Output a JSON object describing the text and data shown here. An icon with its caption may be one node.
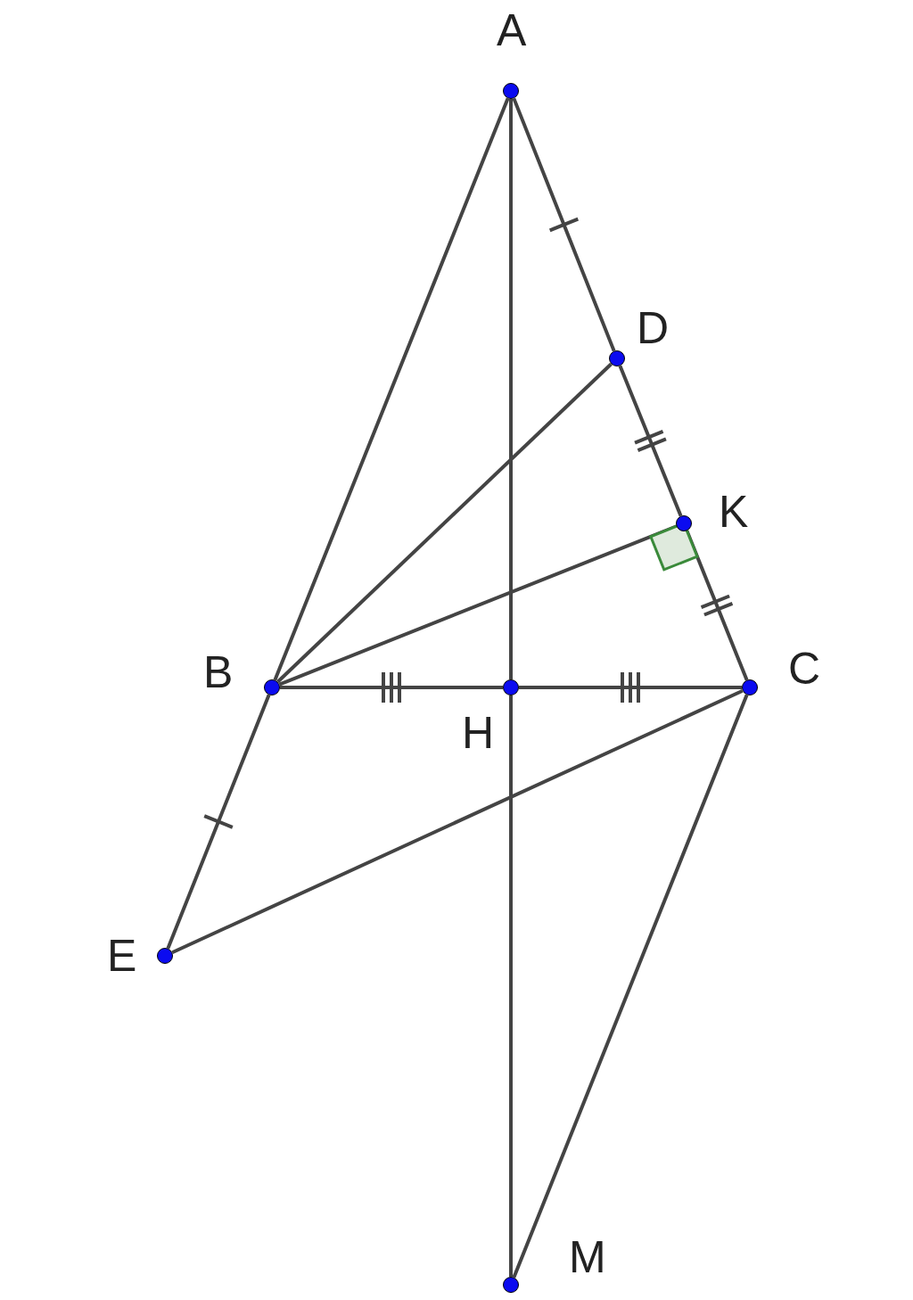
{
  "diagram": {
    "nodes": [
      {
        "text": [
          "A"
        ]
      },
      {
        "text": [
          "D"
        ]
      },
      {
        "text": [
          "K"
        ]
      },
      {
        "text": [
          "B"
        ]
      },
      {
        "text": [
          "H"
        ]
      },
      {
        "text": [
          "C"
        ]
      },
      {
        "text": [
          "E"
        ]
      },
      {
        "text": [
          "M"
        ]
      }
    ],
    "edges": [
      {
        "from": 0,
        "to": 3,
        "arrow": "none"
      },
      {
        "from": 0,
        "to": 1,
        "arrow": "none"
      },
      {
        "from": 1,
        "to": 2,
        "arrow": "none"
      },
      {
        "from": 2,
        "to": 5,
        "arrow": "none"
      },
      {
        "from": 0,
        "to": 4,
        "arrow": "none"
      },
      {
        "from": 4,
        "to": 7,
        "arrow": "none"
      },
      {
        "from": 3,
        "to": 4,
        "arrow": "none"
      },
      {
        "from": 4,
        "to": 5,
        "arrow": "none"
      },
      {
        "from": 3,
        "to": 1,
        "arrow": "none"
      },
      {
        "from": 3,
        "to": 2,
        "arrow": "none"
      },
      {
        "from": 3,
        "to": 6,
        "arrow": "none"
      },
      {
        "from": 6,
        "to": 5,
        "arrow": "none"
      },
      {
        "from": 5,
        "to": 7,
        "arrow": "none"
      }
    ]
  }
}
